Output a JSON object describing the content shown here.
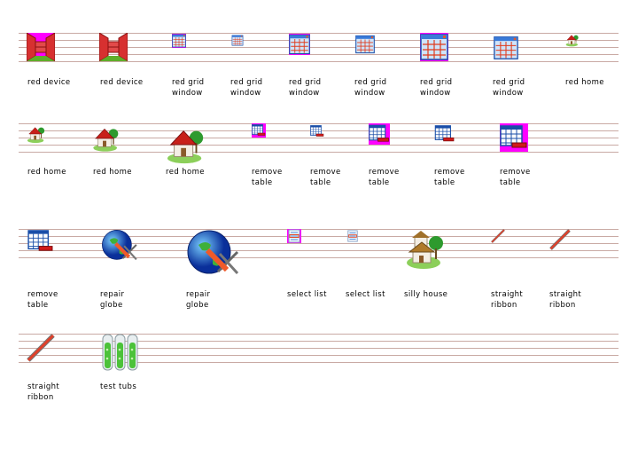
{
  "colors": {
    "rule": "#c9aaa4",
    "highlight": "#ff00ff",
    "red": "#d42a2a",
    "blue": "#1a4ea8",
    "green": "#3fa83a"
  },
  "items": [
    {
      "label": "red device",
      "icon": "red-device-icon",
      "selected": true
    },
    {
      "label": "red device",
      "icon": "red-device-icon",
      "selected": false
    },
    {
      "label": "red grid\nwindow",
      "icon": "red-grid-window-icon",
      "selected": true
    },
    {
      "label": "red grid\nwindow",
      "icon": "red-grid-window-icon",
      "selected": false
    },
    {
      "label": "red grid\nwindow",
      "icon": "red-grid-window-icon",
      "selected": true
    },
    {
      "label": "red grid\nwindow",
      "icon": "red-grid-window-icon",
      "selected": false
    },
    {
      "label": "red grid\nwindow",
      "icon": "red-grid-window-icon",
      "selected": true
    },
    {
      "label": "red grid\nwindow",
      "icon": "red-grid-window-icon",
      "selected": false
    },
    {
      "label": "red home",
      "icon": "red-home-icon",
      "selected": false
    },
    {
      "label": "red home",
      "icon": "red-home-icon",
      "selected": false
    },
    {
      "label": "red home",
      "icon": "red-home-icon",
      "selected": false
    },
    {
      "label": "red home",
      "icon": "red-home-icon",
      "selected": false
    },
    {
      "label": "remove\ntable",
      "icon": "remove-table-icon",
      "selected": true
    },
    {
      "label": "remove\ntable",
      "icon": "remove-table-icon",
      "selected": false
    },
    {
      "label": "remove\ntable",
      "icon": "remove-table-icon",
      "selected": true
    },
    {
      "label": "remove\ntable",
      "icon": "remove-table-icon",
      "selected": false
    },
    {
      "label": "remove\ntable",
      "icon": "remove-table-icon",
      "selected": true
    },
    {
      "label": "remove\ntable",
      "icon": "remove-table-icon",
      "selected": false
    },
    {
      "label": "repair\nglobe",
      "icon": "repair-globe-icon",
      "selected": false
    },
    {
      "label": "repair\nglobe",
      "icon": "repair-globe-icon",
      "selected": false
    },
    {
      "label": "select list",
      "icon": "select-list-icon",
      "selected": true
    },
    {
      "label": "select list",
      "icon": "select-list-icon",
      "selected": false
    },
    {
      "label": "silly house",
      "icon": "silly-house-icon",
      "selected": false
    },
    {
      "label": "straight\nribbon",
      "icon": "straight-ribbon-icon",
      "selected": false
    },
    {
      "label": "straight\nribbon",
      "icon": "straight-ribbon-icon",
      "selected": false
    },
    {
      "label": "straight\nribbon",
      "icon": "straight-ribbon-icon",
      "selected": false
    },
    {
      "label": "test tubs",
      "icon": "test-tubes-icon",
      "selected": false
    }
  ]
}
